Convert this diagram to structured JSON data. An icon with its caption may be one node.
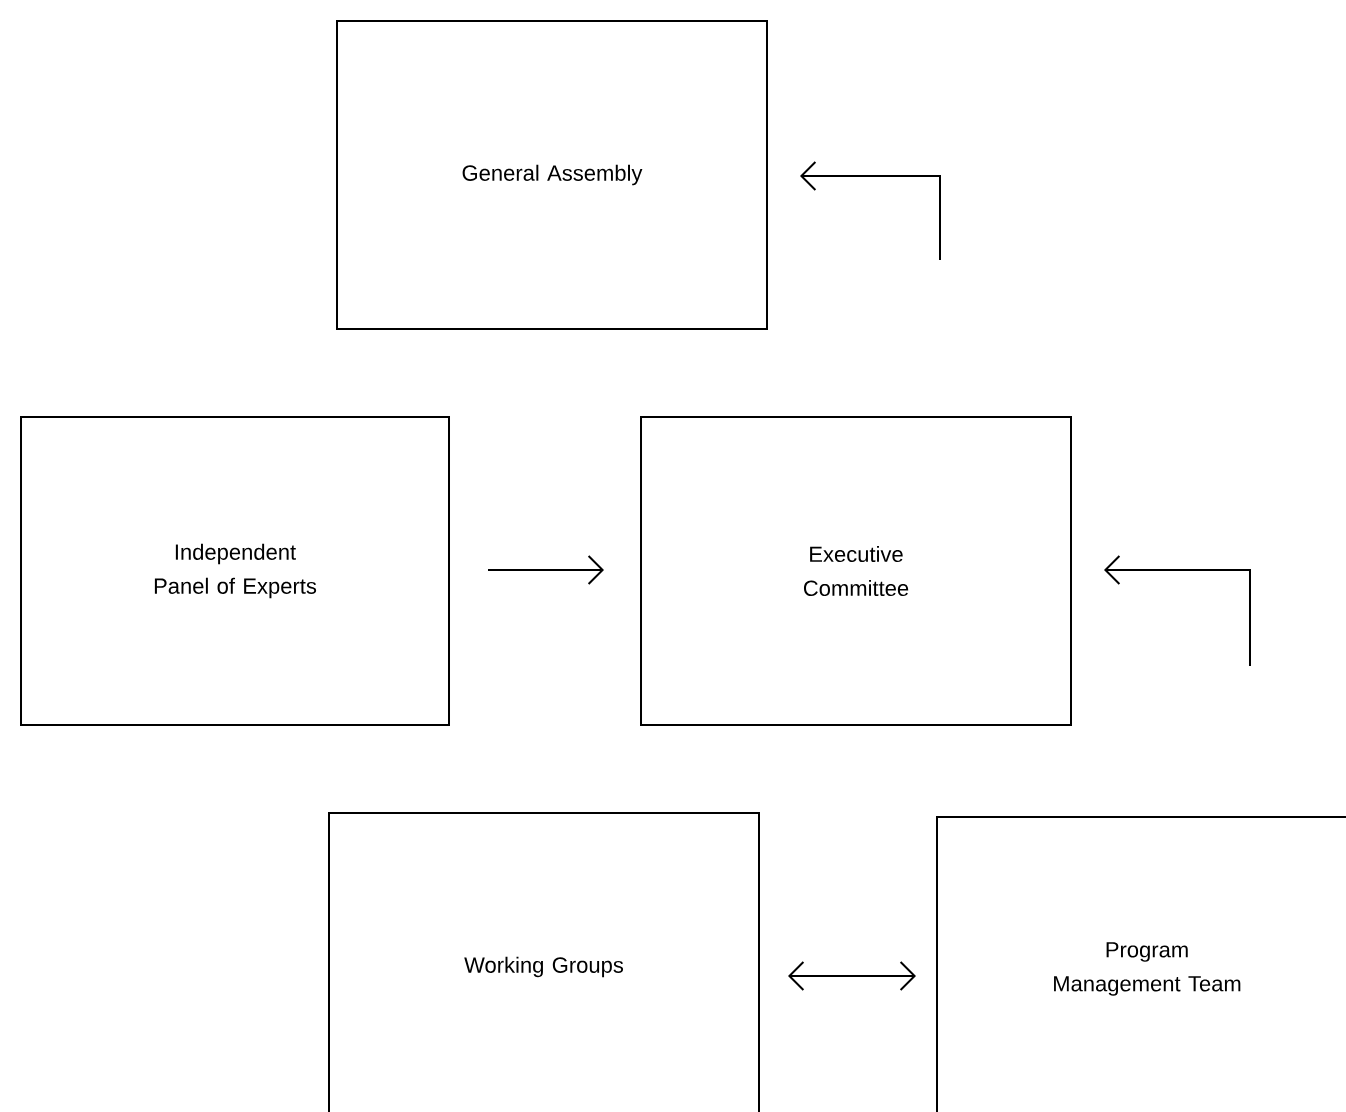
{
  "diagram": {
    "nodes": [
      {
        "text": [
          "General Assembly"
        ]
      },
      {
        "text": [
          "Independent Panel of Experts"
        ]
      },
      {
        "text": [
          "Executive Committee"
        ]
      },
      {
        "text": [
          "Working Groups"
        ]
      },
      {
        "text": [
          "Program Management Team"
        ]
      }
    ],
    "edges": [
      {
        "from": null,
        "to": 0,
        "arrow": "to"
      },
      {
        "from": 1,
        "to": 2,
        "arrow": "to"
      },
      {
        "from": null,
        "to": 2,
        "arrow": "to"
      },
      {
        "from": 3,
        "to": 4,
        "arrow": "both"
      }
    ]
  }
}
